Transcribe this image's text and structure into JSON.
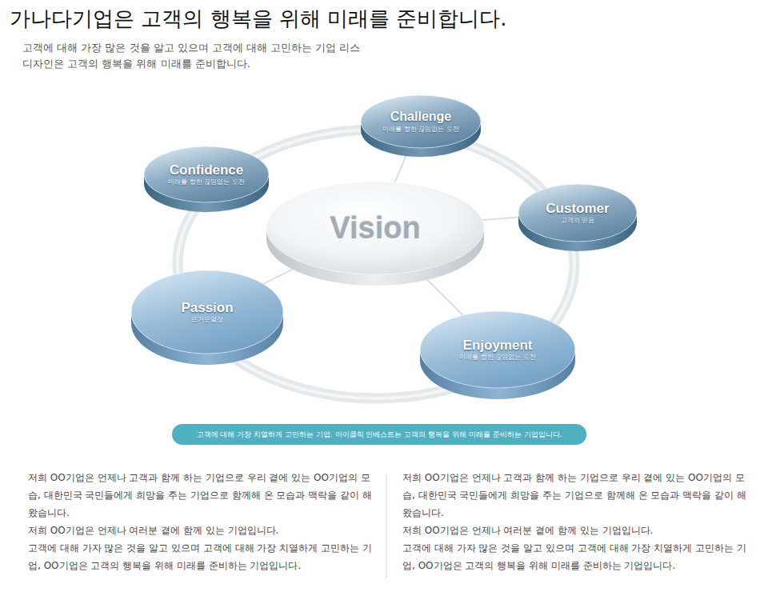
{
  "diagram": {
    "title": "가나다기업은 고객의 행복을 위해 미래를 준비합니다.",
    "nodes": [
      {
        "text": [
          "Challenge",
          "미래를 향한 끊임없는 도전"
        ]
      },
      {
        "text": [
          "Confidence",
          "미래를 향한 끊임없는 도전"
        ]
      },
      {
        "text": [
          "Customer",
          "고객의 믿음"
        ]
      },
      {
        "text": [
          "Vision"
        ]
      },
      {
        "text": [
          "Passion",
          "뜨거운열정"
        ]
      },
      {
        "text": [
          "Enjoyment",
          "미래를 향한 끊임없는 도전"
        ]
      },
      {
        "text": [
          "고객에 대해 가장 치열하게 고민하는 기업. 아이클릭 인베스트는 고객의 행복을 위해 미래를 준비하는 기업입니다."
        ]
      }
    ],
    "edges": [
      {
        "from": 3,
        "to": 0,
        "arrow": "none"
      },
      {
        "from": 3,
        "to": 2,
        "arrow": "none"
      },
      {
        "from": 3,
        "to": 5,
        "arrow": "none"
      },
      {
        "from": 3,
        "to": 4,
        "arrow": "none"
      }
    ],
    "labels": [
      "고객에 대해 가장 많은 것을 알고 있으며 고객에 대해 고민하는 기업 리스디자인은 고객의 행복을 위해 미래를 준비합니다.",
      "저희 OO기업은 언제나 고객과 함께 하는 기업으로 우리 곁에 있는 OO기업의 모습, 대한민국 국민들에게 희망을 주는 기업으로 함께해 온 모습과 맥락을 같이 해왔습니다.",
      "저희 OO기업은 언제나 여러분 곁에 함께 있는 기업입니다.",
      "고객에 대해 가자 많은 것을 알고 있으며 고객에 대해 가장 치열하게 고민하는 기업, OO기업은 고객의 행복을 위해 미래를 준비하는 기업입니다.",
      "저희 OO기업은 언제나 고객과 함께 하는 기업으로 우리 곁에 있는 OO기업의 모습, 대한민국 국민들에게 희망을 주는 기업으로 함께해 온 모습과 맥락을 같이 해왔습니다.",
      "저희 OO기업은 언제나 여러분 곁에 함께 있는 기업입니다.",
      "고객에 대해 가자 많은 것을 알고 있으며 고객에 대해 가장 치열하게 고민하는 기업, OO기업은 고객의 행복을 위해 미래를 준비하는 기업입니다."
    ]
  }
}
